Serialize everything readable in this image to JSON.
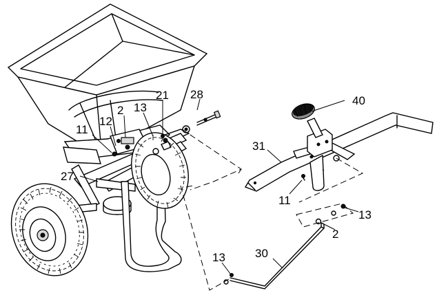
{
  "diagram": {
    "callouts": {
      "c40": "40",
      "c28": "28",
      "c21": "21",
      "c13a": "13",
      "c2a": "2",
      "c12": "12",
      "c11a": "11",
      "c31": "31",
      "c27": "27",
      "c11b": "11",
      "c13b": "13",
      "c2b": "2",
      "c13c": "13",
      "c30": "30"
    }
  }
}
